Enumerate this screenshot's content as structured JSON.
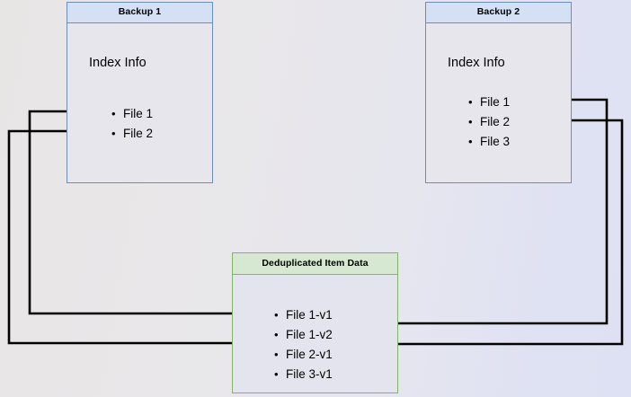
{
  "diagram": {
    "title": "Backup deduplication index diagram",
    "background_left_color": "#e8e5e5",
    "background_right_color": "#dee1f3",
    "edge_color": "#000000"
  },
  "nodes": {
    "backup1": {
      "header": "Backup 1",
      "index_label": "Index Info",
      "header_fill": "#d4e1f5",
      "border_color": "#6c8ebf",
      "files": [
        {
          "label": "File 1"
        },
        {
          "label": "File 2"
        }
      ]
    },
    "backup2": {
      "header": "Backup 2",
      "index_label": "Index Info",
      "header_fill": "#d4e1f5",
      "border_color": "#6c8ebf",
      "files": [
        {
          "label": "File 1"
        },
        {
          "label": "File 2"
        },
        {
          "label": "File 3"
        }
      ]
    },
    "dedup": {
      "header": "Deduplicated Item Data",
      "header_fill": "#d6e8d2",
      "border_color": "#82b366",
      "files": [
        {
          "label": "File 1-v1"
        },
        {
          "label": "File 1-v2"
        },
        {
          "label": "File 2-v1"
        },
        {
          "label": "File 3-v1"
        }
      ]
    }
  },
  "edges": [
    {
      "name": "backup1-file1-to-file1v1",
      "from": "Backup 1 / File 1",
      "to": "Deduplicated Item Data / File 1-v1",
      "arrow": "end"
    },
    {
      "name": "backup1-file2-to-file2v1",
      "from": "Backup 1 / File 2",
      "to": "Deduplicated Item Data / File 2-v1",
      "arrow": "end"
    },
    {
      "name": "backup2-file1-to-file1v2",
      "from": "Backup 2 / File 1",
      "to": "Deduplicated Item Data / File 1-v2",
      "arrow": "end"
    },
    {
      "name": "backup2-file2-to-file2v1",
      "from": "Backup 2 / File 2",
      "to": "Deduplicated Item Data / File 2-v1",
      "arrow": "end"
    }
  ]
}
